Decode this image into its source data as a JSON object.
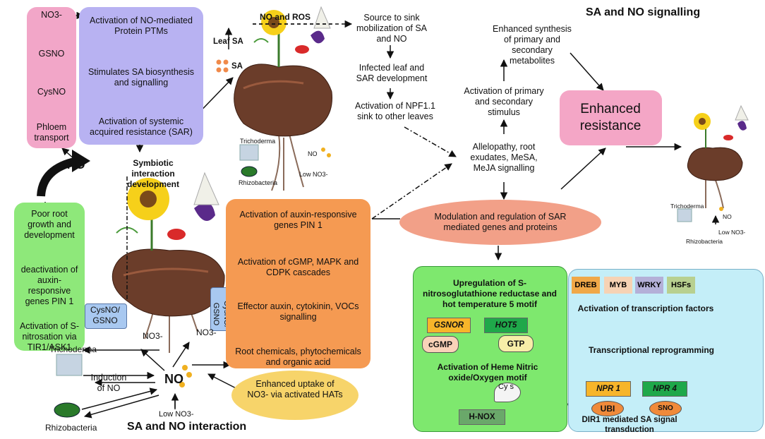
{
  "titles": {
    "sa_no_signalling": "SA and NO signalling",
    "sa_no_interaction": "SA and NO interaction"
  },
  "pink_box": [
    "NO3-",
    "GSNO",
    "CysNO",
    "Phloem transport"
  ],
  "purple_box": [
    "Activation of NO-mediated Protein PTMs",
    "Stimulates SA biosynthesis and signalling",
    "Activation of systemic acquired resistance (SAR)"
  ],
  "labels": {
    "no_big": "NO",
    "symbiotic": "Symbiotic interaction development",
    "no_and_ros": "NO and ROS",
    "leaf_sa": "Leaf SA",
    "sa": "SA",
    "trichoderma": "Trichoderma",
    "rhizobacteria": "Rhizobacteria",
    "no_small": "NO",
    "low_no3": "Low NO3-",
    "cysno_gsno_left": "CysNO/ GSNO",
    "cysno_gsno_right": "CysNO/ GSNO",
    "no3_a": "NO3-",
    "no3_b": "NO3-",
    "induction": "Induction of NO",
    "no_center": "NO",
    "low_no3_bottom": "Low NO3-",
    "trichoderma_bottom": "Trichoderma",
    "rhizobacteria_bottom": "Rhizobacteria",
    "trichoderma_right": "Trichoderma",
    "rhizobacteria_right": "Rhizobacteria",
    "no_right": "NO",
    "low_no3_right": "Low NO3-"
  },
  "mid_column": [
    "Source to sink mobilization of SA and NO",
    "Infected leaf and SAR development",
    "Activation of NPF1.1 sink to other leaves"
  ],
  "right_column": [
    "Enhanced synthesis of primary and secondary metabolites",
    "Activation of primary and secondary stimulus",
    "Allelopathy, root exudates, MeSA, MeJA signalling"
  ],
  "enhanced_resistance": "Enhanced resistance",
  "green_left": [
    "Poor root growth and development",
    "deactivation of auxin-responsive genes PIN 1",
    "Activation of S-nitrosation via TIR1/ASK1"
  ],
  "orange_box": [
    "Activation of auxin-responsive genes PIN 1",
    "Activation of cGMP, MAPK and CDPK cascades",
    "Effector auxin, cytokinin, VOCs signalling",
    "Root chemicals, phytochemicals and organic acid"
  ],
  "salmon_ellipse": "Modulation and regulation of SAR mediated genes and proteins",
  "yellow_ellipse": "Enhanced uptake of NO3- via activated HATs",
  "green_right": {
    "title": "Upregulation of S- nitrosoglutathione reductase and hot temperature 5 motif",
    "gsnor": "GSNOR",
    "hot5": "HOT5",
    "cgmp": "cGMP",
    "gtp": "GTP",
    "heme": "Activation of Heme Nitric oxide/Oxygen motif",
    "cys": "Cy s",
    "hnox": "H-NOX"
  },
  "blue_box": {
    "tfs": [
      "DREB",
      "MYB",
      "WRKY",
      "HSFs"
    ],
    "activation": "Activation of transcription factors",
    "reprogramming": "Transcriptional reprogramming",
    "npr1": "NPR 1",
    "npr4": "NPR 4",
    "ubi": "UBI",
    "sno": "SNO",
    "dir1": "DIR1 mediated SA signal transduction"
  }
}
